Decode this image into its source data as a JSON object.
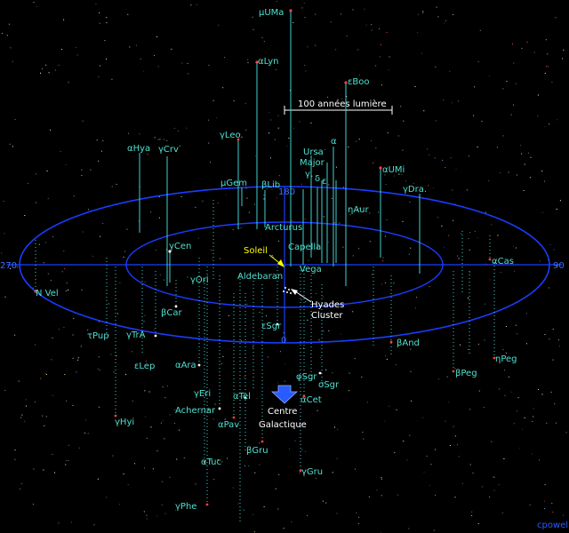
{
  "scale_label": "100 années lumière",
  "sun_label": "Soleil",
  "galactic_centre_label": [
    "Centre",
    "Galactique"
  ],
  "hyades_label": [
    "Hyades",
    "Cluster"
  ],
  "credit": "cpowell",
  "axis_labels": {
    "left": "270",
    "right": "90",
    "top": "180",
    "bottom": "0"
  },
  "colors": {
    "background": "#000000",
    "ellipse": "#1a3dff",
    "star_name": "#4fe0d0",
    "stem": "#3fd0d0",
    "sun": "#ffff00",
    "centre_arrow": "#2a5bff"
  },
  "stars": [
    "μUMa",
    "αLyn",
    "εBoo",
    "γLeo.",
    "αHya",
    "γCrv",
    "Ursa",
    "Major",
    "γ",
    "αUMi",
    "μGem",
    "βLib",
    "γDra.",
    "ηAur",
    "Arcturus",
    "Capella",
    "αCas",
    "γCen",
    "Vega",
    "Aldebaran",
    "N Vel",
    "γOri",
    "βCar",
    "εSgr",
    "τPup",
    "γTrA",
    "βAnd",
    "εLep",
    "αAra",
    "βPeg",
    "ηPeg",
    "φSgr",
    "σSgr",
    "γEri",
    "αTel",
    "αCet",
    "Achernar",
    "γHyi",
    "αPav",
    "βGru",
    "αTuc",
    "γGru",
    "γPhe",
    "α",
    "δ",
    "ε"
  ]
}
